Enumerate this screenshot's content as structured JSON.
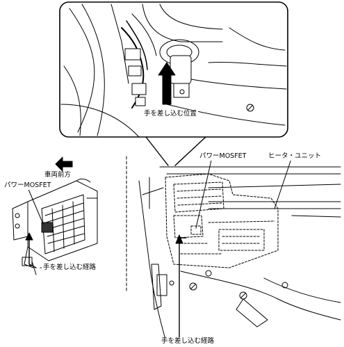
{
  "labels": {
    "inset_hand_position": "手を差し込む位置",
    "front_direction": "車両前方",
    "power_mosfet_left": "パワーMOSFET",
    "hand_path_left": "手を差し込む経路",
    "power_mosfet_right": "パワーMOSFET",
    "heater_unit": "ヒータ・ユニット",
    "hand_path_bottom": "手を差し込む経路"
  }
}
